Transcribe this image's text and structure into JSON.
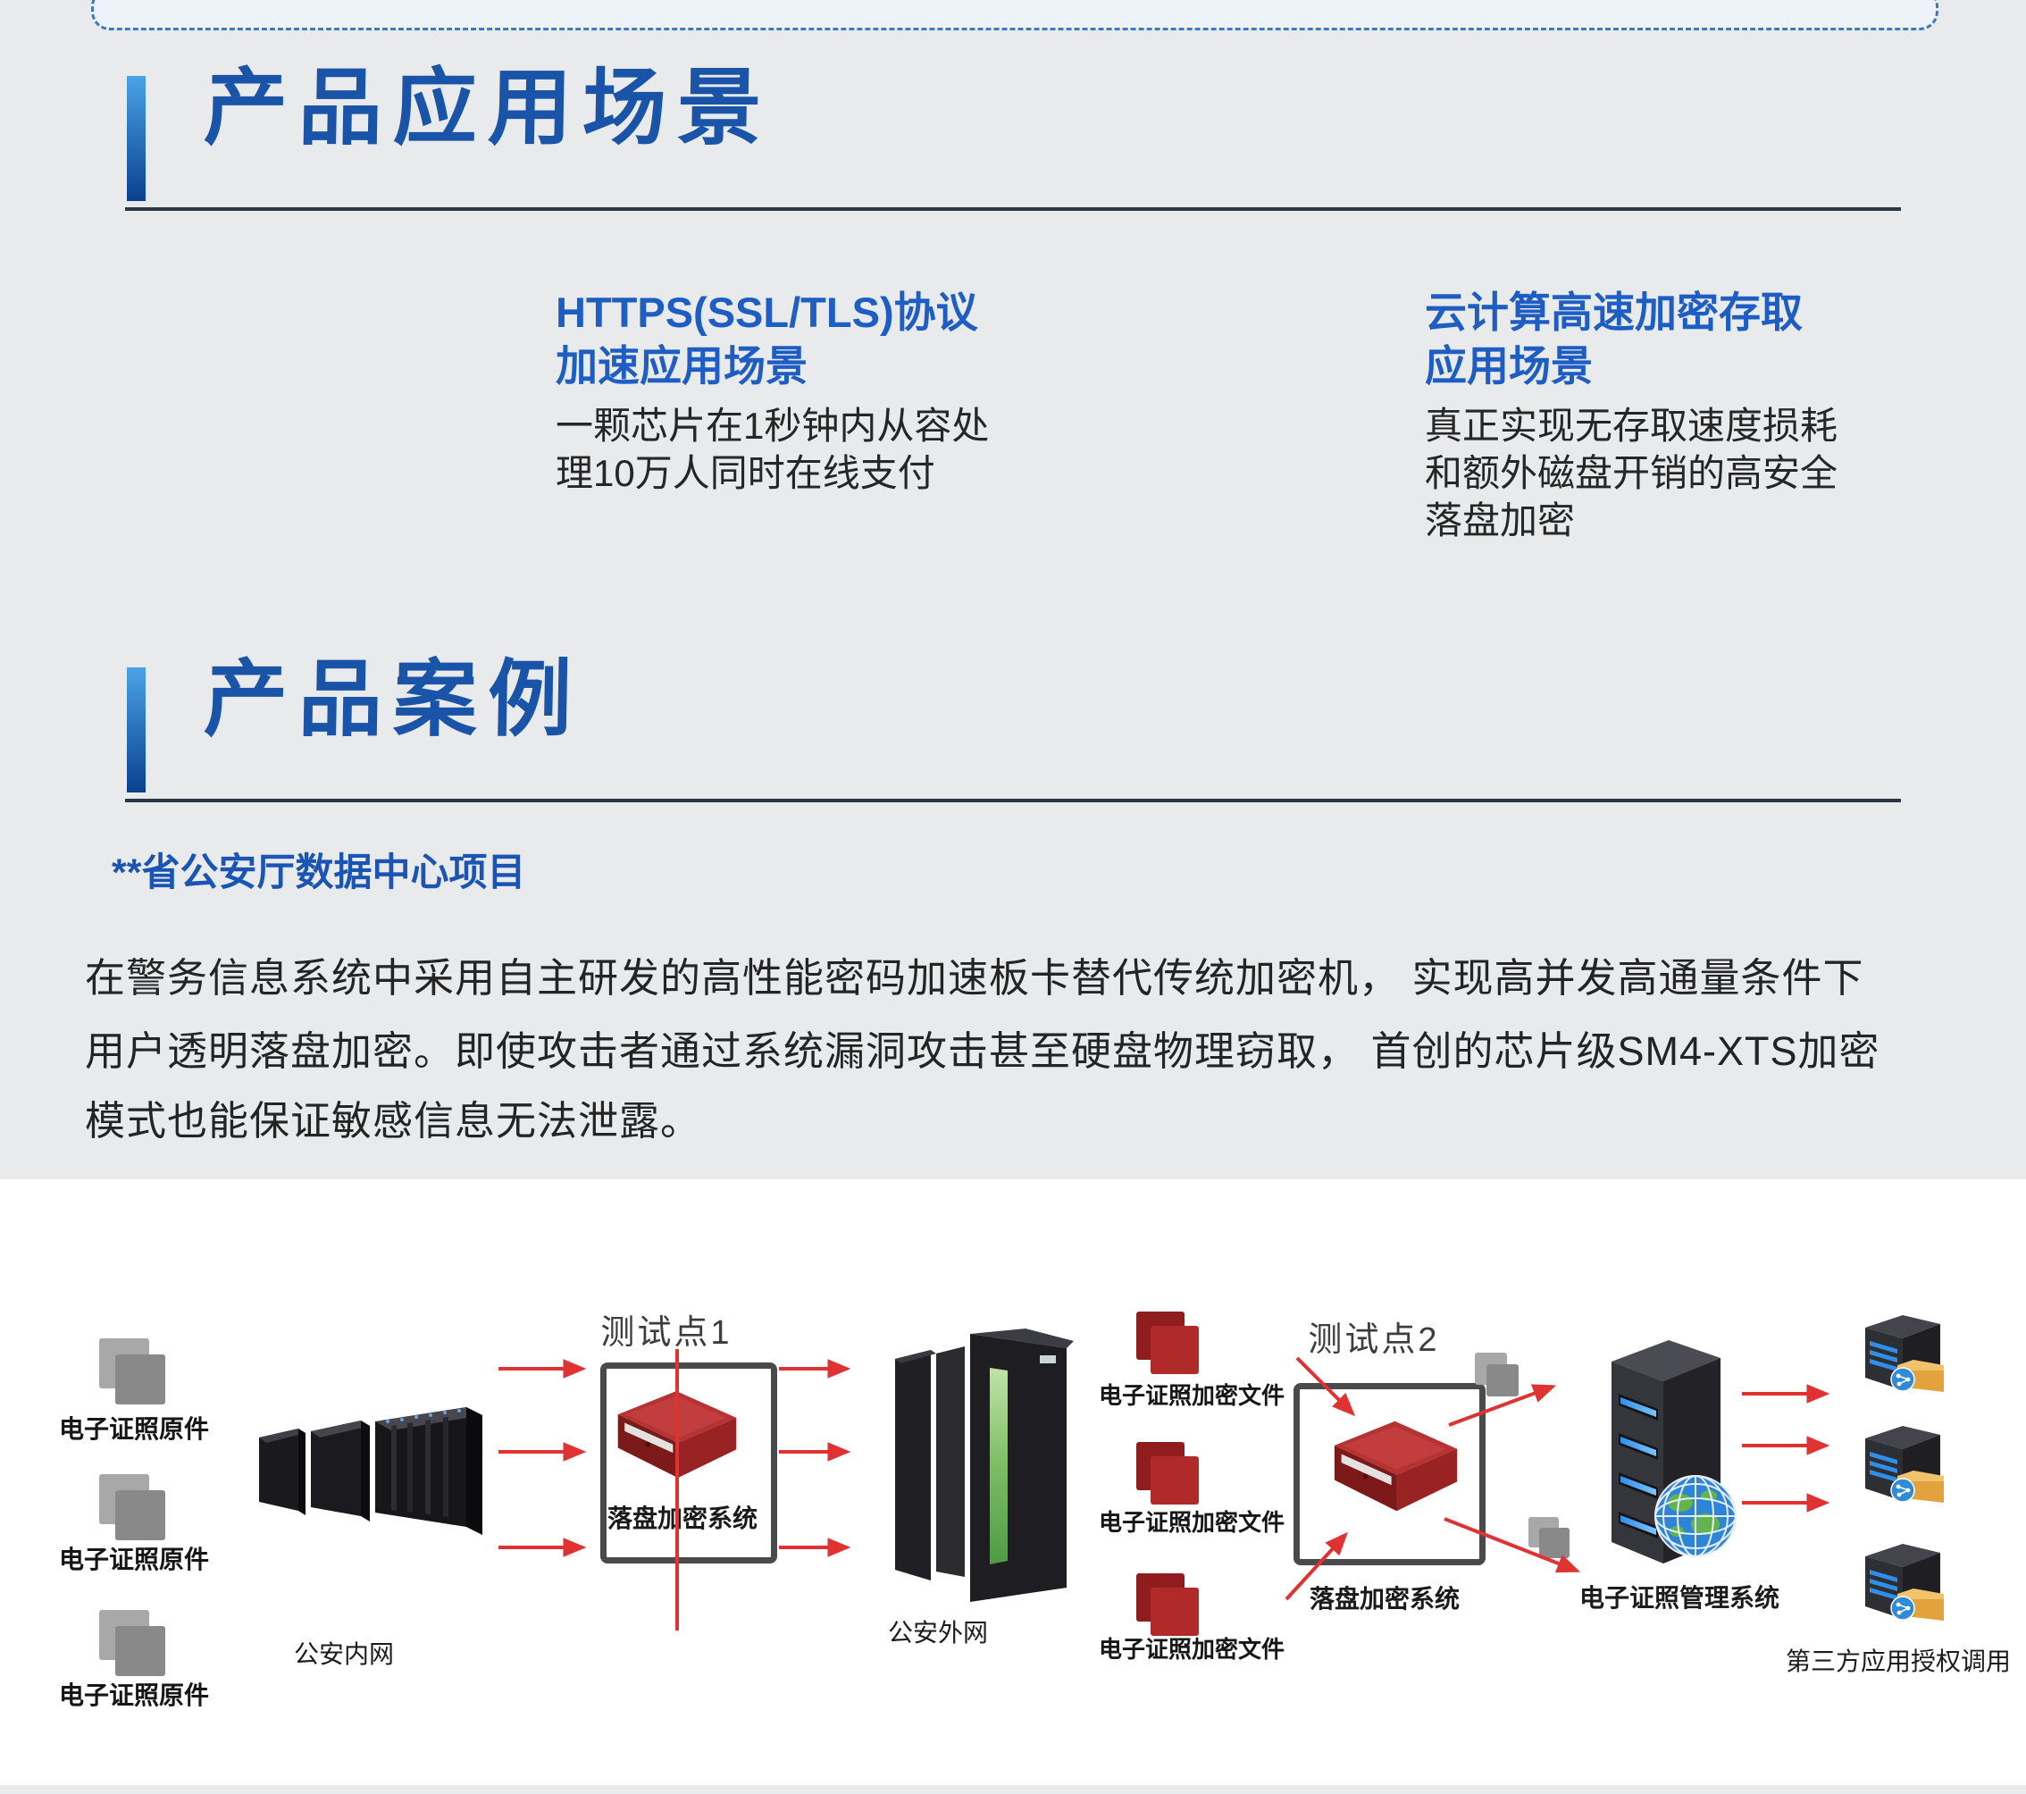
{
  "colors": {
    "accent_blue": "#1a54a8",
    "scenario_blue": "#1e5ec4",
    "case_subtitle_blue": "#1a55b5",
    "arrow_red": "#e13232",
    "doc_red": "#b02a2a",
    "doc_gray": "#898989",
    "page_bg": "#e9eaeb",
    "panel_bg": "#ffffff"
  },
  "icons": {
    "top-dashed-border": "thin rounded rectangle with blue dashed outline",
    "accent-bar": "vertical blue gradient bar",
    "document-stack": "two overlapping paper squares",
    "server-rack": "black 3d rack cabinets",
    "server-tower": "black mainframe tower with green led strip",
    "management-server": "dark tower with blue led bars",
    "globe": "blue wireframe globe with green continents",
    "mini-server": "small dark tower with shared folder",
    "encryptor": "red 3d disk-encryption appliance",
    "arrow": "red flow arrow"
  },
  "section_scenarios": {
    "title": "产品应用场景"
  },
  "scenarios": [
    {
      "title_lines": [
        "HTTPS(SSL/TLS)协议",
        "加速应用场景"
      ],
      "desc_lines": [
        "一颗芯片在1秒钟内从容处",
        "理10万人同时在线支付"
      ]
    },
    {
      "title_lines": [
        "云计算高速加密存取",
        "应用场景"
      ],
      "desc_lines": [
        "真正实现无存取速度损耗",
        "和额外磁盘开销的高安全",
        "落盘加密"
      ]
    }
  ],
  "section_cases": {
    "title": "产品案例",
    "subtitle": "**省公安厅数据中心项目",
    "paragraph_lines": [
      "在警务信息系统中采用自主研发的高性能密码加速板卡替代传统加密机， 实现高并发高通量条件下",
      "用户透明落盘加密。即使攻击者通过系统漏洞攻击甚至硬盘物理窃取， 首创的芯片级SM4-XTS加密",
      "模式也能保证敏感信息无法泄露。"
    ]
  },
  "diagram": {
    "origin_label": "电子证照原件",
    "intranet_label": "公安内网",
    "test_point_1": "测试点1",
    "encrypt_system_label": "落盘加密系统",
    "extranet_label": "公安外网",
    "encrypted_file_label": "电子证照加密文件",
    "test_point_2": "测试点2",
    "management_label": "电子证照管理系统",
    "third_party_label": "第三方应用授权调用"
  }
}
